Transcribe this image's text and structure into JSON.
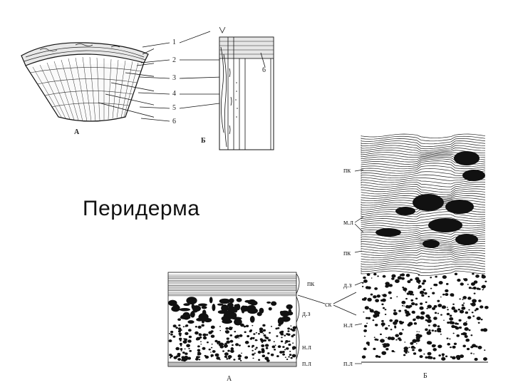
{
  "slide": {
    "title": "Перидерма"
  },
  "top_figure": {
    "numbers": [
      "1",
      "2",
      "3",
      "4",
      "5",
      "6"
    ],
    "side_number": "6",
    "panel_a": "А",
    "panel_b": "Б"
  },
  "bottom_left_figure": {
    "labels": [
      "пк",
      "д.з",
      "н.л",
      "п.л"
    ],
    "shared_label": "ск",
    "panel": "А"
  },
  "bottom_right_figure": {
    "labels": [
      "пк",
      "м.л",
      "пк",
      "д.з",
      "н.л",
      "п.л"
    ],
    "panel": "Б"
  }
}
